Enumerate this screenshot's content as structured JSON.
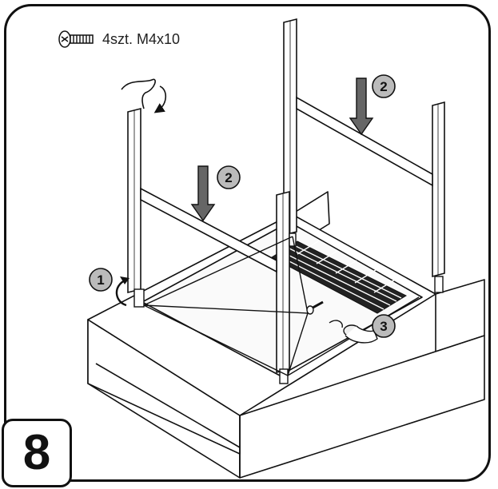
{
  "step": {
    "number": "8"
  },
  "parts": {
    "label": "4szt. M4x10",
    "icon": "screw-icon"
  },
  "callouts": [
    {
      "number": "1",
      "meaning": "rotate-leg"
    },
    {
      "number": "2",
      "meaning": "press-down"
    },
    {
      "number": "3",
      "meaning": "screw-in"
    }
  ],
  "colors": {
    "line": "#111111",
    "fill": "#ffffff",
    "shade": "#dddddd"
  }
}
